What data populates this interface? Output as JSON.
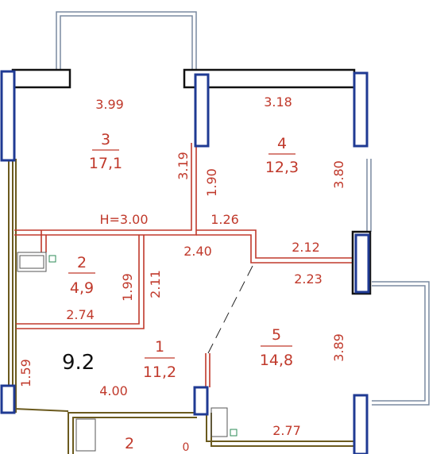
{
  "plan": {
    "apartment_label": "9.2",
    "colors": {
      "wall": "#111111",
      "window": "#1f3a93",
      "partition": "#c0392b",
      "balcony": "#7a8aa0",
      "olive": "#6b5a1e",
      "label": "#c0392b"
    },
    "rooms": {
      "r1": {
        "number": "1",
        "area": "11,2"
      },
      "r2": {
        "number": "2",
        "area": "4,9"
      },
      "r3": {
        "number": "3",
        "area": "17,1"
      },
      "r4": {
        "number": "4",
        "area": "12,3"
      },
      "r5": {
        "number": "5",
        "area": "14,8"
      },
      "r6": {
        "number": "2"
      }
    },
    "dims": {
      "d399": "3.99",
      "d318": "3.18",
      "d319": "3.19",
      "d190": "1.90",
      "d380": "3.80",
      "dH": "H=3.00",
      "d126": "1.26",
      "d240": "2.40",
      "d212": "2.12",
      "d223": "2.23",
      "d199": "1.99",
      "d211": "2.11",
      "d274": "2.74",
      "d389": "3.89",
      "d159": "1.59",
      "d400": "4.00",
      "d277": "2.77"
    }
  }
}
